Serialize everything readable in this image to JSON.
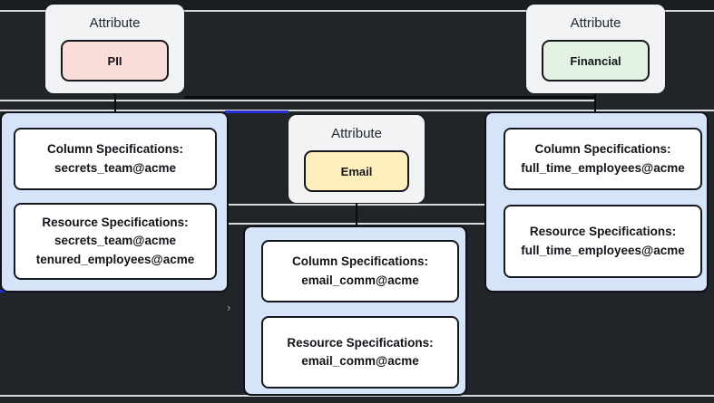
{
  "colors": {
    "canvas_bg": "#212429",
    "canvas_top_strip": "#1a1d21",
    "guide_line": "#d9dadc",
    "edge_black": "#0b0c10",
    "edge_selected_blue": "#2a2ed6",
    "attr_card_bg": "#f2f3f5",
    "pii_fill": "#fadcd9",
    "email_fill": "#fdeebb",
    "financial_fill": "#e2f1e4",
    "cluster_fill": "#d6e4fa",
    "spec_box_fill": "#ffffff"
  },
  "nodes": {
    "pii": {
      "title": "Attribute",
      "label": "PII"
    },
    "email": {
      "title": "Attribute",
      "label": "Email"
    },
    "financial": {
      "title": "Attribute",
      "label": "Financial"
    }
  },
  "clusters": {
    "pii": {
      "column": {
        "heading": "Column Specifications:",
        "line1": "secrets_team@acme"
      },
      "resource": {
        "heading": "Resource Specifications:",
        "line1": "secrets_team@acme",
        "line2": "tenured_employees@acme"
      }
    },
    "email": {
      "column": {
        "heading": "Column Specifications:",
        "line1": "email_comm@acme"
      },
      "resource": {
        "heading": "Resource Specifications:",
        "line1": "email_comm@acme"
      }
    },
    "financial": {
      "column": {
        "heading": "Column Specifications:",
        "line1": "full_time_employees@acme"
      },
      "resource": {
        "heading": "Resource Specifications:",
        "line1": "full_time_employees@acme"
      }
    }
  },
  "decorations": {
    "chevron_glyph": "›"
  }
}
